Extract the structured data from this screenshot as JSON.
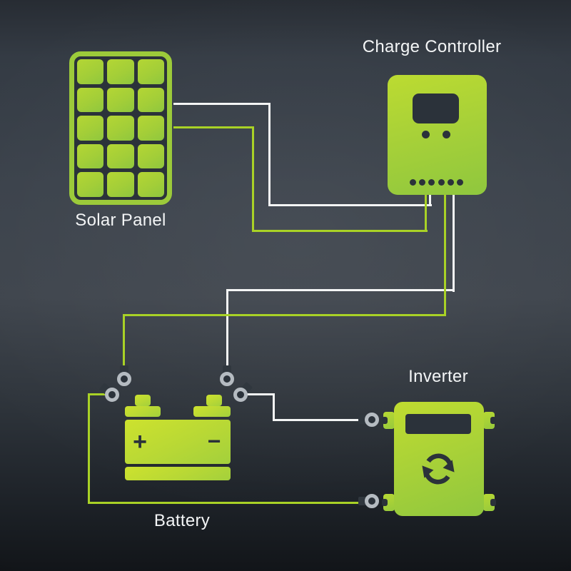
{
  "scene": {
    "description": "Solar power system wiring diagram"
  },
  "components": {
    "solar_panel": {
      "label": "Solar Panel",
      "cell_grid": {
        "cols": 3,
        "rows": 5
      }
    },
    "charge_controller": {
      "label": "Charge Controller",
      "indicator_dot_count": 2,
      "led_dot_count": 6
    },
    "battery": {
      "label": "Battery",
      "positive_symbol": "+",
      "negative_symbol": "−"
    },
    "inverter": {
      "label": "Inverter"
    }
  },
  "connections": [
    {
      "from": "solar-panel",
      "to": "charge-controller",
      "wire_color": "white"
    },
    {
      "from": "solar-panel",
      "to": "charge-controller",
      "wire_color": "green"
    },
    {
      "from": "charge-controller",
      "to": "battery-positive-terminal",
      "wire_color": "green"
    },
    {
      "from": "charge-controller",
      "to": "battery-negative-terminal",
      "wire_color": "white"
    },
    {
      "from": "battery-positive-terminal",
      "to": "inverter-lower-terminal",
      "wire_color": "green"
    },
    {
      "from": "battery-negative-terminal",
      "to": "inverter-upper-terminal",
      "wire_color": "white"
    }
  ],
  "icons": {
    "solar_panel": "solar-panel-icon",
    "charge_controller": "charge-controller-icon",
    "battery": "battery-icon",
    "inverter": "inverter-icon",
    "cycle_arrows": "cycle-arrows-icon",
    "ring_terminal": "ring-terminal-icon"
  },
  "colors": {
    "wire_green": "#a9d226",
    "wire_white": "#f4f5f5",
    "panel_frame": "#9cca3a",
    "dark_detail": "#2b323a",
    "lug_gray": "#b5bbc1",
    "lug_dark": "#30373e",
    "text": "#f3f5f6"
  }
}
